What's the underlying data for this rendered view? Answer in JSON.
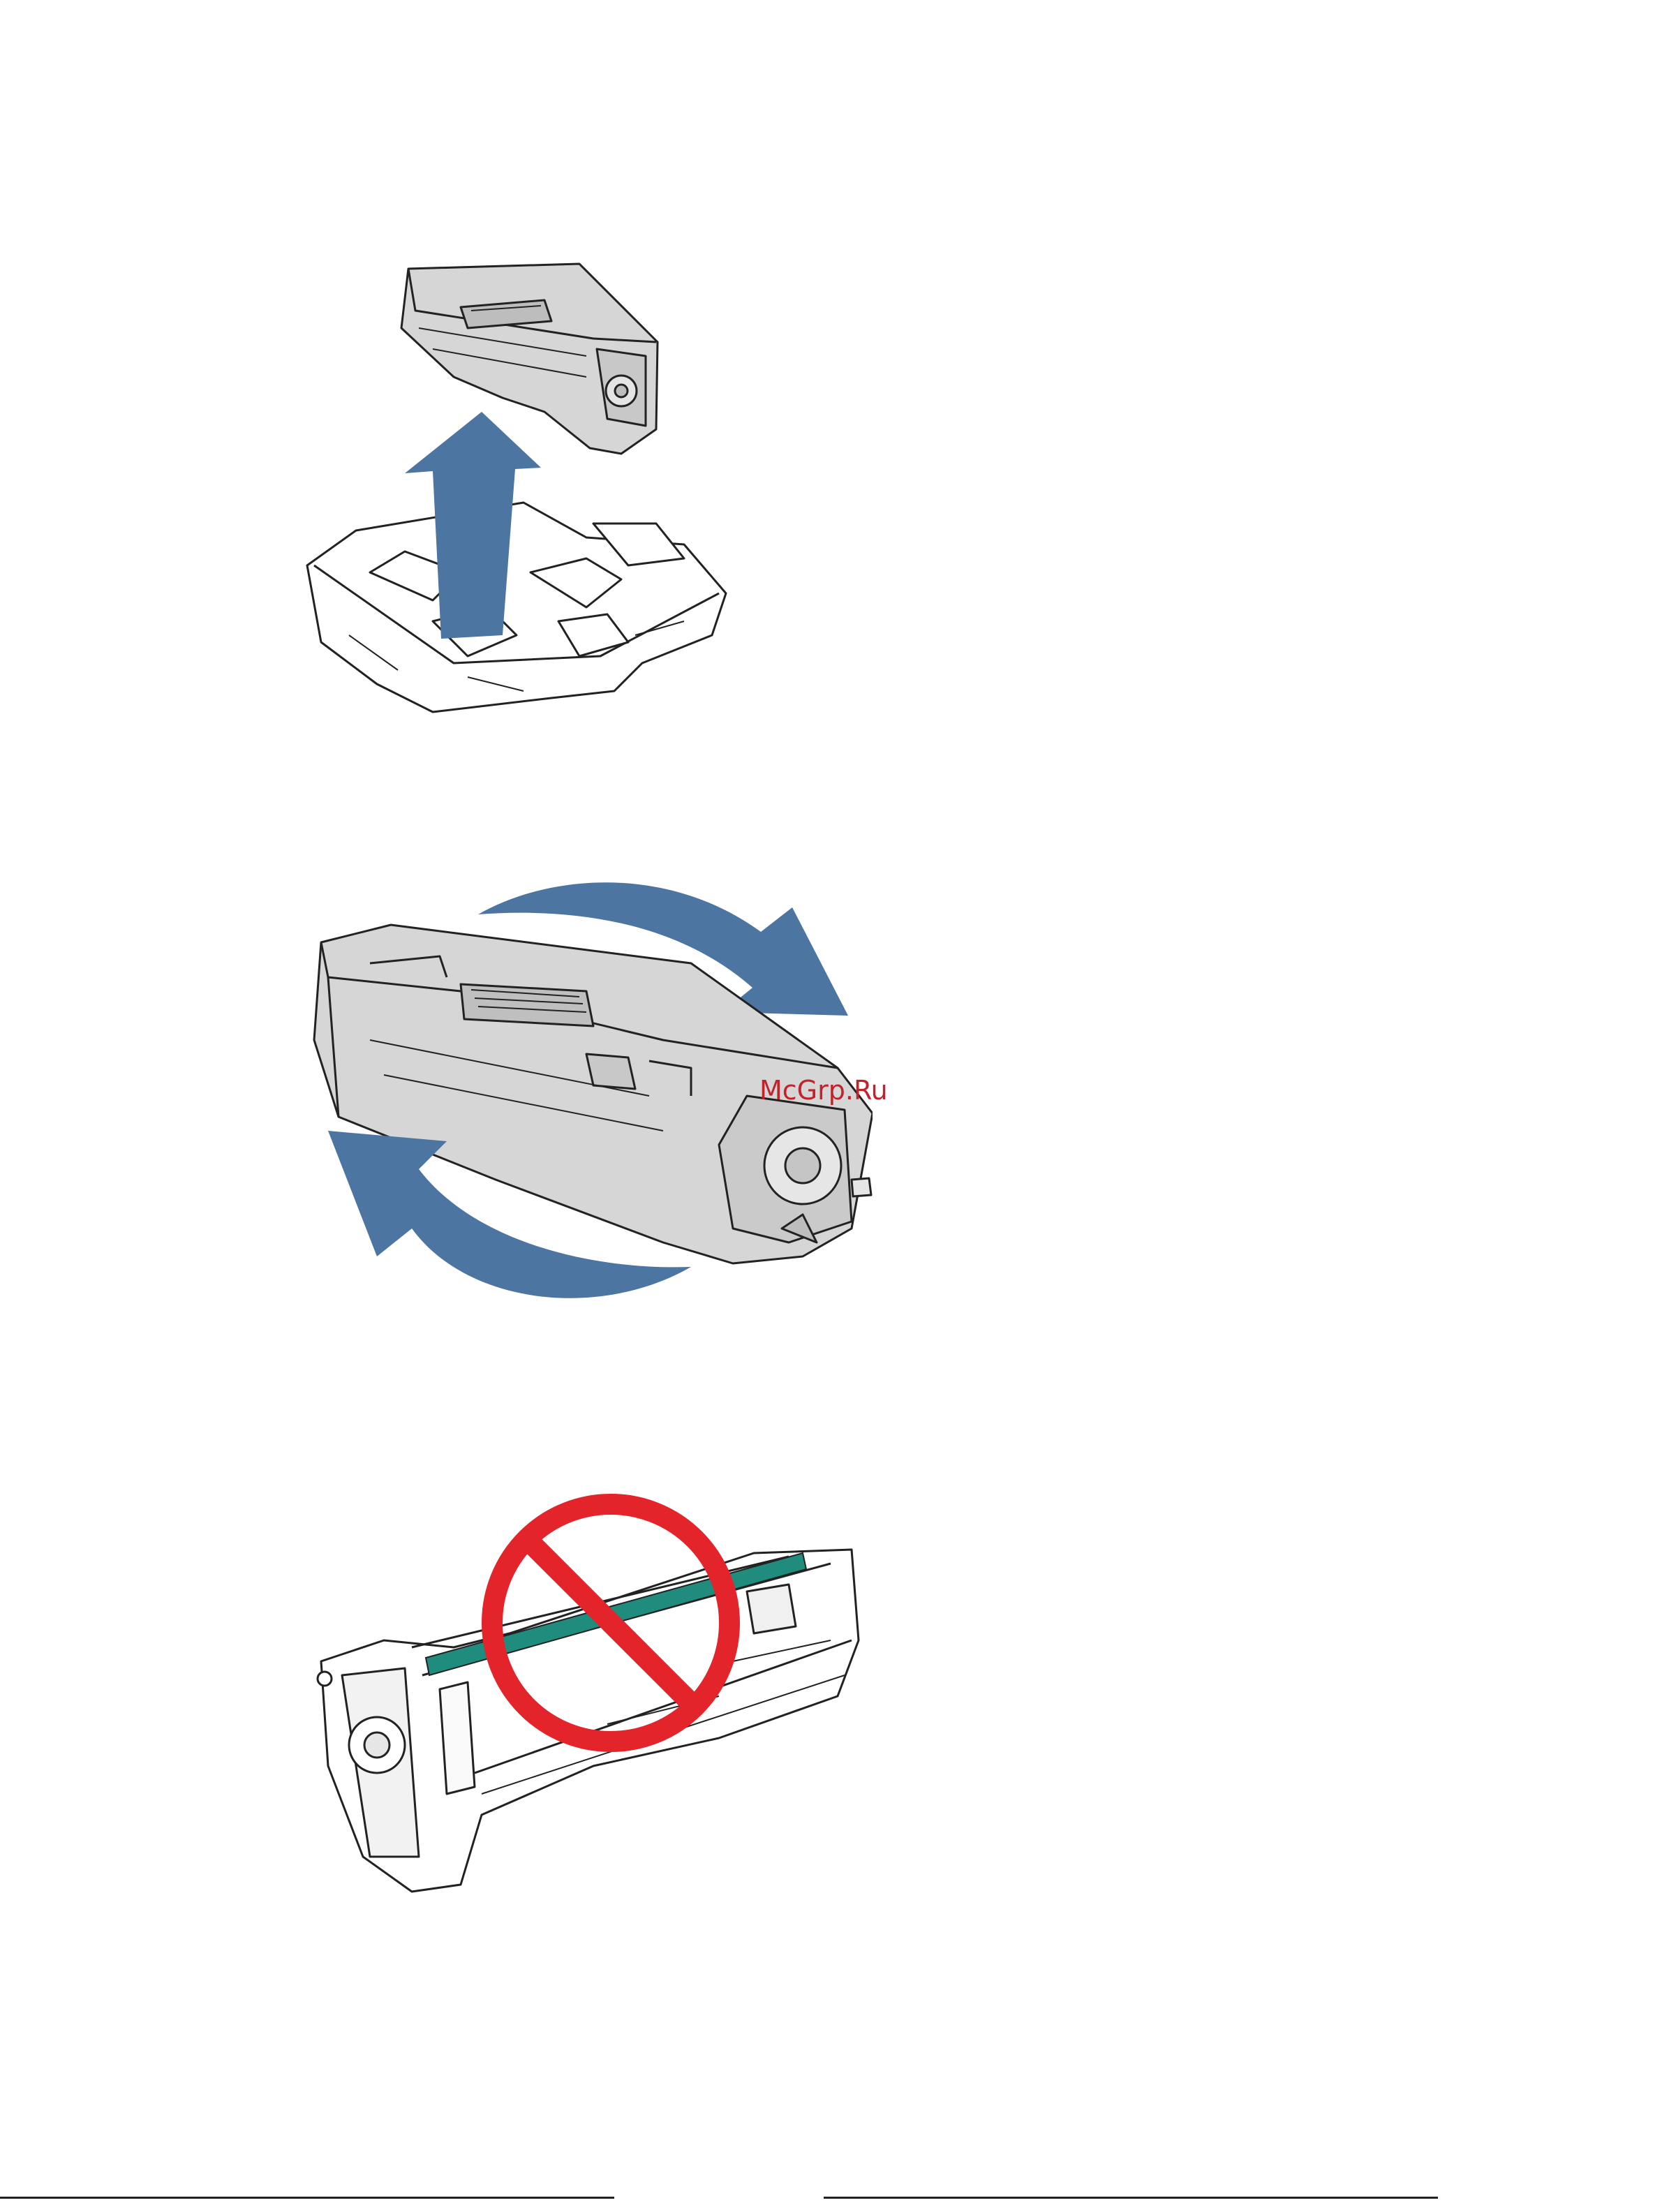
{
  "watermark": {
    "text": "McGrp.Ru"
  },
  "colors": {
    "arrow": "#4c75a2",
    "prohibition": "#e4242b",
    "drum": "#1f8c7d",
    "cartridge_fill": "#d6d6d6",
    "outline": "#222222"
  },
  "figures": [
    {
      "step": "remove-cartridge-from-packaging",
      "icon": "arrow-up-icon"
    },
    {
      "step": "rock-cartridge-side-to-side",
      "icon": "rotate-arrows-icon"
    },
    {
      "step": "do-not-touch-drum",
      "icon": "prohibition-icon"
    }
  ]
}
